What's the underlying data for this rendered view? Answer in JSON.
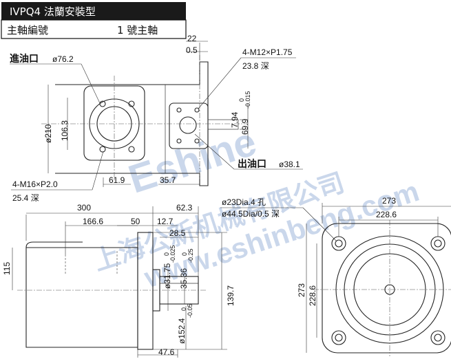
{
  "header": {
    "title": "IVPQ4 法蘭安裝型",
    "shaft_label": "主軸編號",
    "shaft_value": "1 號主軸"
  },
  "top_view": {
    "inlet_label": "進油口",
    "inlet_dia": "ø76.2",
    "outlet_label": "出油口",
    "outlet_dia": "ø38.1",
    "d22": "22",
    "d05": "0.5",
    "bolt_outlet": "4-M12×P1.75",
    "bolt_outlet_depth": "23.8 深",
    "d210": "ø210",
    "d1063": "106.3",
    "d794": "7.94",
    "d794_up": "0",
    "d794_low": "-0.015",
    "d699": "69.9",
    "bolt_inlet": "4-M16×P2.0",
    "bolt_inlet_depth": "25.4 深",
    "d619": "61.9",
    "d357": "35.7"
  },
  "side_view": {
    "d300": "300",
    "d623": "62.3",
    "d1666": "166.6",
    "d50": "50",
    "d127": "12.7",
    "d285": "28.5",
    "d115": "115",
    "d3175": "ø31.75",
    "d3175_up": "0",
    "d3175_low": "-0.025",
    "d3536": "35.36",
    "d3536_up": "0",
    "d3536_low": "-0.25",
    "d1524": "ø152.4",
    "d1524_up": "0",
    "d1524_low": "-0.05",
    "d1397": "139.7",
    "d476": "47.6"
  },
  "flange_view": {
    "hole1": "ø23Dia.4 孔",
    "hole2": "ø44.5Dia/0.5 深",
    "d273w": "273",
    "d2286w": "228.6",
    "d273h": "273",
    "d2286h": "228.6"
  },
  "watermark": {
    "brand": "Eshine",
    "company": "上海公新机械有限公司",
    "url": "www.eshinbeng.com"
  }
}
